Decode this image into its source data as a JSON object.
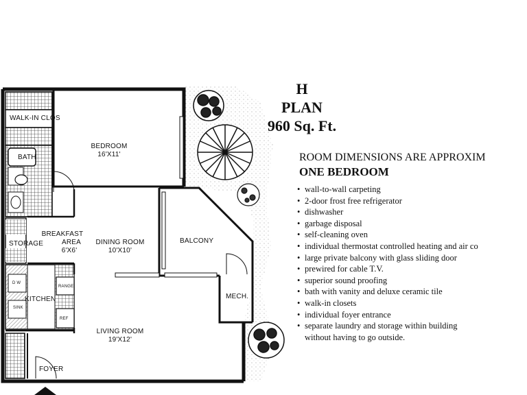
{
  "plan": {
    "title_letter": "H",
    "title_plan": "PLAN",
    "area": "960 Sq. Ft."
  },
  "info": {
    "dimensions_note": "ROOM DIMENSIONS ARE APPROXIM",
    "unit_type": "ONE BEDROOM",
    "bullet_glyph": "•",
    "features": [
      {
        "line1": "wall-to-wall carpeting"
      },
      {
        "line1": "2-door frost free refrigerator"
      },
      {
        "line1": "dishwasher"
      },
      {
        "line1": "garbage disposal"
      },
      {
        "line1": "self-cleaning oven"
      },
      {
        "line1": "individual thermostat controlled heating and air co"
      },
      {
        "line1": "large private balcony with glass sliding door"
      },
      {
        "line1": "prewired for cable T.V."
      },
      {
        "line1": "superior sound proofing"
      },
      {
        "line1": "bath with vanity and deluxe ceramic tile"
      },
      {
        "line1": "walk-in closets"
      },
      {
        "line1": "individual foyer entrance"
      },
      {
        "line1": "separate laundry and storage within building",
        "line2": "without having to go outside."
      }
    ]
  },
  "rooms": {
    "walk_in_closet": "WALK-IN CLOS",
    "bath": "BATH",
    "bedroom": {
      "name": "BEDROOM",
      "size": "16'X11'"
    },
    "breakfast_area": {
      "name": "BREAKFAST",
      "name2": "AREA",
      "size": "6'X6'"
    },
    "storage": "STORAGE",
    "dining_room": {
      "name": "DINING ROOM",
      "size": "10'X10'"
    },
    "balcony": "BALCONY",
    "mech": "MECH.",
    "kitchen": "KITCHEN",
    "dw": "D W",
    "range": "RANGE",
    "sink": "SINK",
    "ref": "REF",
    "living_room": {
      "name": "LIVING ROOM",
      "size": "19'X12'"
    },
    "foyer": "FOYER"
  },
  "colors": {
    "ink": "#111111",
    "paper": "#ffffff"
  }
}
